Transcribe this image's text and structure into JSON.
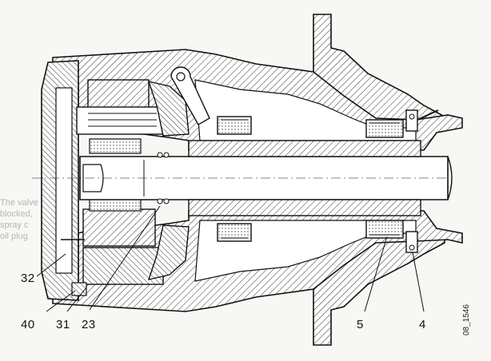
{
  "figure": {
    "id": "08_1546",
    "callouts": [
      {
        "key": "c32",
        "text": "32"
      },
      {
        "key": "c40",
        "text": "40"
      },
      {
        "key": "c31",
        "text": "31"
      },
      {
        "key": "c23",
        "text": "23"
      },
      {
        "key": "c5",
        "text": "5"
      },
      {
        "key": "c4",
        "text": "4"
      }
    ],
    "bleed_through_text": [
      "The valve",
      "blocked,",
      "spray c",
      "oil plug"
    ]
  }
}
